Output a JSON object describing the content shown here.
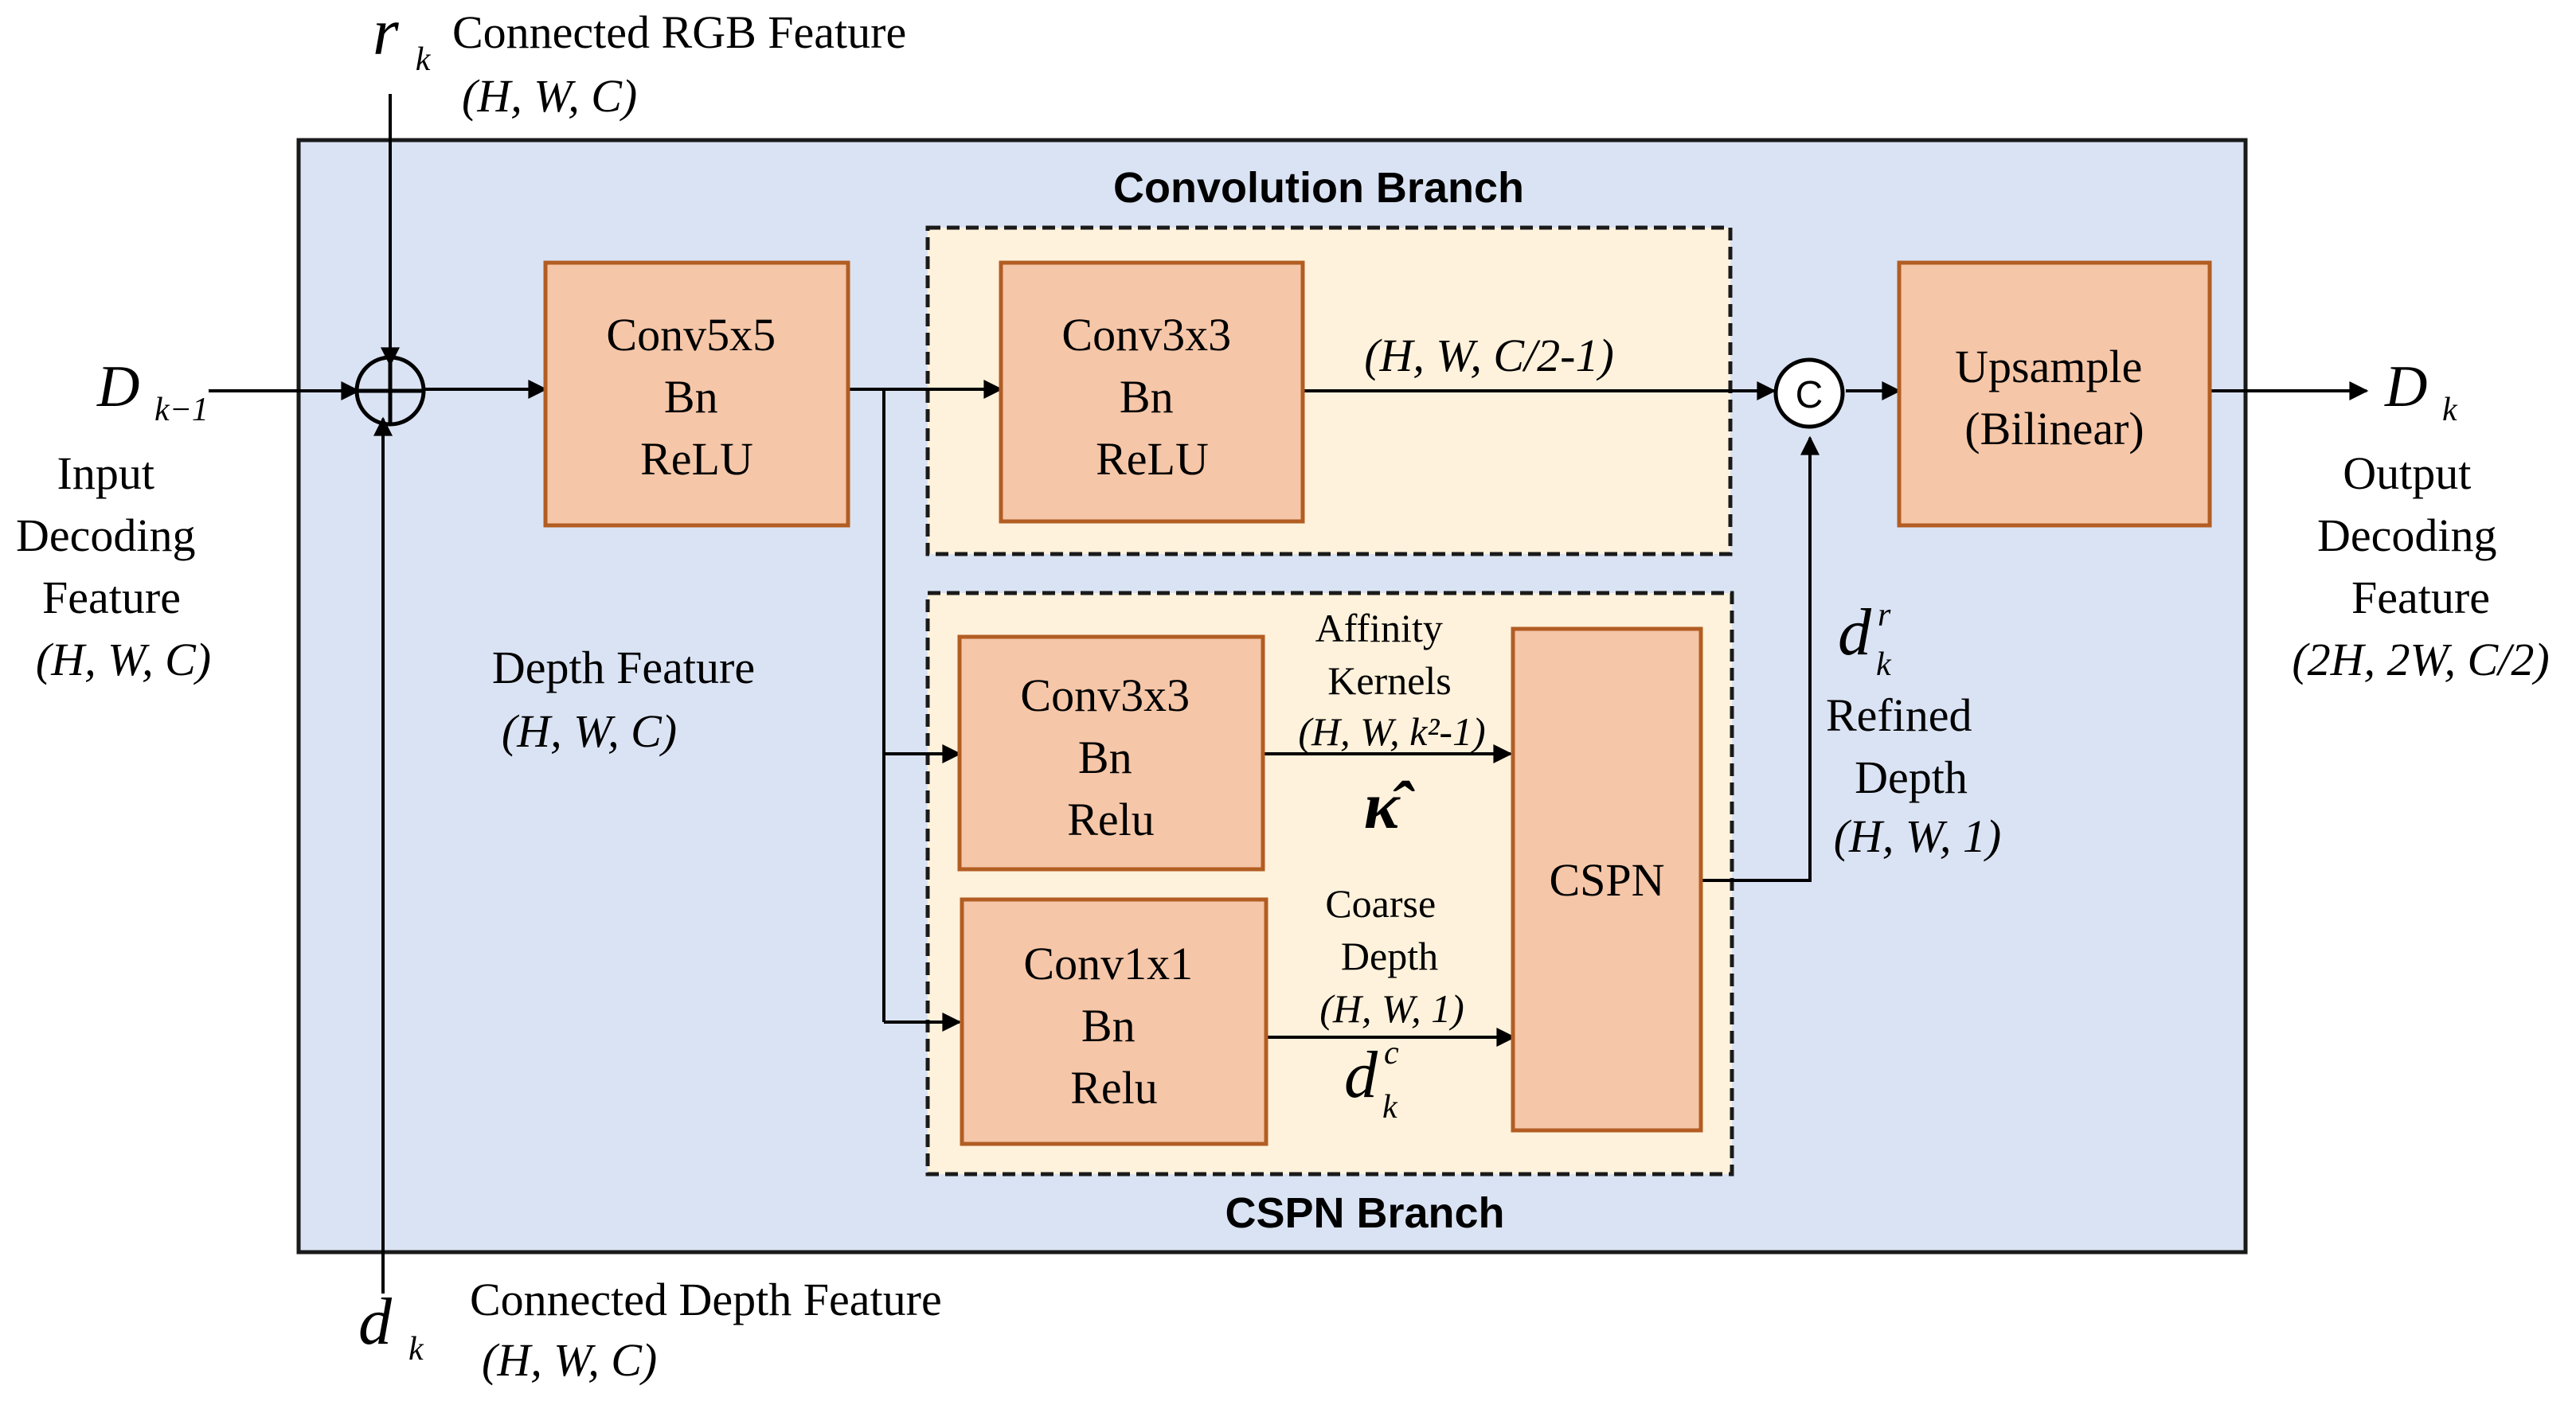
{
  "colors": {
    "outer_fill": "#dae3f3",
    "outer_stroke": "#1a1a1a",
    "branch_fill": "#fff2dc",
    "block_fill": "#f5c6a8",
    "block_stroke": "#b25d23",
    "line": "#000000"
  },
  "inputs": {
    "rgb_symbol": "r",
    "rgb_subscript": "k",
    "rgb_title": "Connected RGB Feature",
    "rgb_shape": "(H, W, C)",
    "depth_symbol": "d",
    "depth_subscript": "k",
    "depth_title": "Connected Depth Feature",
    "depth_shape": "(H, W, C)",
    "decoding_symbol": "D",
    "decoding_subscript": "k−1",
    "decoding_line1": "Input",
    "decoding_line2": "Decoding",
    "decoding_line3": "Feature",
    "decoding_shape": "(H, W, C)"
  },
  "sum_icon": "circle-plus-icon",
  "concat_label": "C",
  "conv5": {
    "line1": "Conv5x5",
    "line2": "Bn",
    "line3": "ReLU"
  },
  "depth_feature": {
    "title": "Depth Feature",
    "shape": "(H, W, C)"
  },
  "conv_branch": {
    "title": "Convolution Branch",
    "block": {
      "line1": "Conv3x3",
      "line2": "Bn",
      "line3": "ReLU"
    },
    "out_shape": "(H, W, C/2-1)"
  },
  "cspn_branch": {
    "title": "CSPN Branch",
    "affinity_block": {
      "line1": "Conv3x3",
      "line2": "Bn",
      "line3": "Relu"
    },
    "coarse_block": {
      "line1": "Conv1x1",
      "line2": "Bn",
      "line3": "Relu"
    },
    "cspn_label": "CSPN",
    "affinity_line1": "Affinity",
    "affinity_line2": "Kernels",
    "affinity_shape": "(H, W, k²-1)",
    "kappa_symbol": "κ̂",
    "coarse_line1": "Coarse",
    "coarse_line2": "Depth",
    "coarse_shape": "(H, W, 1)",
    "coarse_symbol": "d",
    "coarse_subscript": "k",
    "coarse_superscript": "c"
  },
  "refined": {
    "symbol": "d",
    "subscript": "k",
    "superscript": "r",
    "line1": "Refined",
    "line2": "Depth",
    "shape": "(H, W, 1)"
  },
  "upsample": {
    "line1": "Upsample",
    "line2": "(Bilinear)"
  },
  "output": {
    "symbol": "D",
    "subscript": "k",
    "line1": "Output",
    "line2": "Decoding",
    "line3": "Feature",
    "shape": "(2H, 2W, C/2)"
  }
}
